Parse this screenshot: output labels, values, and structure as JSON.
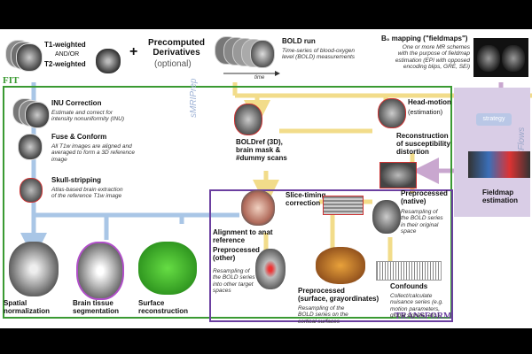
{
  "inputs": {
    "t1": "T1-weighted",
    "andor": "AND/OR",
    "t2": "T2-weighted",
    "plus": "+",
    "precomputed": "Precomputed\nDerivatives",
    "optional": "(optional)"
  },
  "bold_run": {
    "title": "BOLD run",
    "desc": "Time-series of blood-oxygen\nlevel (BOLD) measurements",
    "time_label": "time"
  },
  "fieldmaps": {
    "title": "B₀ mapping (\"fieldmaps\")",
    "desc": "One or more MR schemes\nwith the purpose of fieldmap\nestimation (EPI with opposed\nencoding blips, GRE, SEi)"
  },
  "sections": {
    "fit": "FIT",
    "smriprep": "sMRIPrep",
    "sdcflows": "SDCFlows",
    "transform": "TRANSFORM",
    "strategy": "strategy"
  },
  "anat": {
    "inu_title": "INU Correction",
    "inu_desc": "Estimate and correct for\nintensity nonuniformity (INU)",
    "fuse_title": "Fuse & Conform",
    "fuse_desc": "All T1w images are aligned and\naveraged to form a 3D reference\nimage",
    "skull_title": "Skull-stripping",
    "skull_desc": "Atlas-based brain extraction\nof the reference T1w image",
    "spatial": "Spatial\nnormalization",
    "tissue": "Brain tissue\nsegmentation",
    "surface": "Surface\nreconstruction"
  },
  "func": {
    "boldref": "BOLDref (3D),\nbrain mask &\n#dummy scans",
    "head_motion_title": "Head-motion",
    "head_motion_sub": "(estimation)",
    "suscept": "Reconstruction\nof susceptibility\ndistortion",
    "fieldmap_est": "Fieldmap\nestimation",
    "alignment": "Alignment to anat\nreference",
    "slice_timing": "Slice-timing\ncorrection",
    "native_title": "Preprocessed\n(native)",
    "native_desc": "Resampling of\nthe BOLD series\nin their original\nspace",
    "other_title": "Preprocessed\n(other)",
    "other_desc": "Resampling of\nthe BOLD series\ninto other target\nspaces",
    "surface_title": "Preprocessed\n(surface, grayordinates)",
    "surface_desc": "Resampling of the\nBOLD series on the\ncortical surfaces",
    "confounds_title": "Confounds",
    "confounds_desc": "Collect/calculate\nnuisance series (e.g.\nmotion parameters,\nglobal signals, etc.)"
  },
  "colors": {
    "fit_border": "#3a9a32",
    "transform_border": "#6b3fa0",
    "sdc_fill": "#d9cde6",
    "yellow_arrow": "#f2dc8a",
    "blue_arrow": "#a9c6e6",
    "purple_arrow": "#c9a7cf",
    "strategy_fill": "#b9c7e6"
  }
}
